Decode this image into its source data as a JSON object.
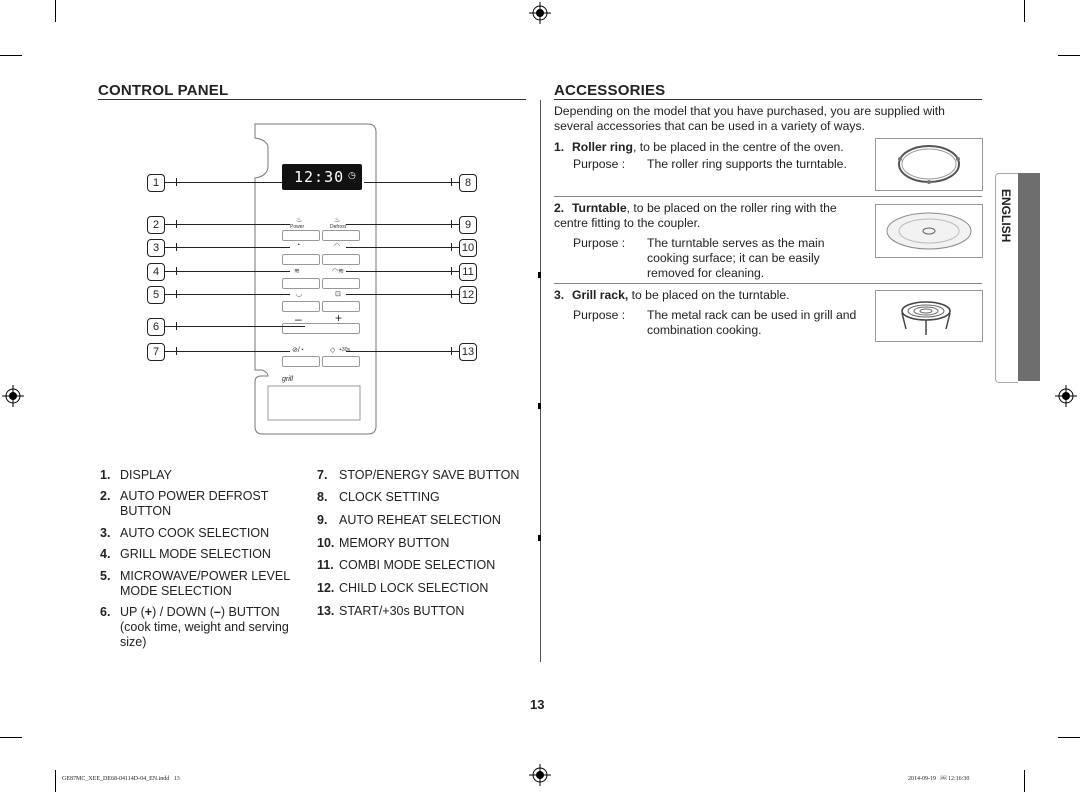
{
  "control_panel": {
    "title": "CONTROL PANEL",
    "display_time": "12:30",
    "callouts": [
      "1",
      "2",
      "3",
      "4",
      "5",
      "6",
      "7",
      "8",
      "9",
      "10",
      "11",
      "12",
      "13"
    ],
    "panel_labels": {
      "power": "Power",
      "defrost": "Defrost",
      "grill_mark": "grill",
      "plus30": "+30s",
      "minus": "–",
      "plus": "+"
    },
    "items_left": [
      {
        "num": "1.",
        "text": "DISPLAY"
      },
      {
        "num": "2.",
        "text": "AUTO POWER DEFROST BUTTON"
      },
      {
        "num": "3.",
        "text": "AUTO COOK SELECTION"
      },
      {
        "num": "4.",
        "text": "GRILL MODE SELECTION"
      },
      {
        "num": "5.",
        "text": "MICROWAVE/POWER LEVEL MODE SELECTION"
      },
      {
        "num": "6.",
        "text_a": "UP (",
        "text_b": ") / DOWN (",
        "text_c": ") BUTTON",
        "text_d": "(cook time, weight and serving size)"
      }
    ],
    "items_right": [
      {
        "num": "7.",
        "text": "STOP/ENERGY SAVE BUTTON"
      },
      {
        "num": "8.",
        "text": "CLOCK SETTING"
      },
      {
        "num": "9.",
        "text": "AUTO REHEAT SELECTION"
      },
      {
        "num": "10.",
        "text": "MEMORY BUTTON"
      },
      {
        "num": "11.",
        "text": "COMBI MODE SELECTION"
      },
      {
        "num": "12.",
        "text": "CHILD LOCK SELECTION"
      },
      {
        "num": "13.",
        "text": "START/+30s BUTTON"
      }
    ]
  },
  "accessories": {
    "title": "ACCESSORIES",
    "intro": "Depending on the model that you have purchased, you are supplied with several accessories that can be used in a variety of ways.",
    "items": [
      {
        "num": "1.",
        "name": "Roller ring",
        "desc": ", to be placed in the centre of the oven.",
        "purpose_label": "Purpose :",
        "purpose": "The roller ring supports the turntable."
      },
      {
        "num": "2.",
        "name": "Turntable",
        "desc": ", to be placed on the roller ring with the centre fitting to the coupler.",
        "purpose_label": "Purpose :",
        "purpose": "The turntable serves as the main cooking surface; it can be easily removed for cleaning."
      },
      {
        "num": "3.",
        "name": "Grill rack,",
        "desc": " to be placed on the turntable.",
        "purpose_label": "Purpose :",
        "purpose": "The metal rack can be used in grill and combination cooking."
      }
    ]
  },
  "side_tab": "ENGLISH",
  "page_number": "13",
  "footer": {
    "file": "GE87MC_XEE_DE68-04114D-04_EN.indd   13",
    "date": "2014-09-19   ￼ 12:16:30"
  }
}
